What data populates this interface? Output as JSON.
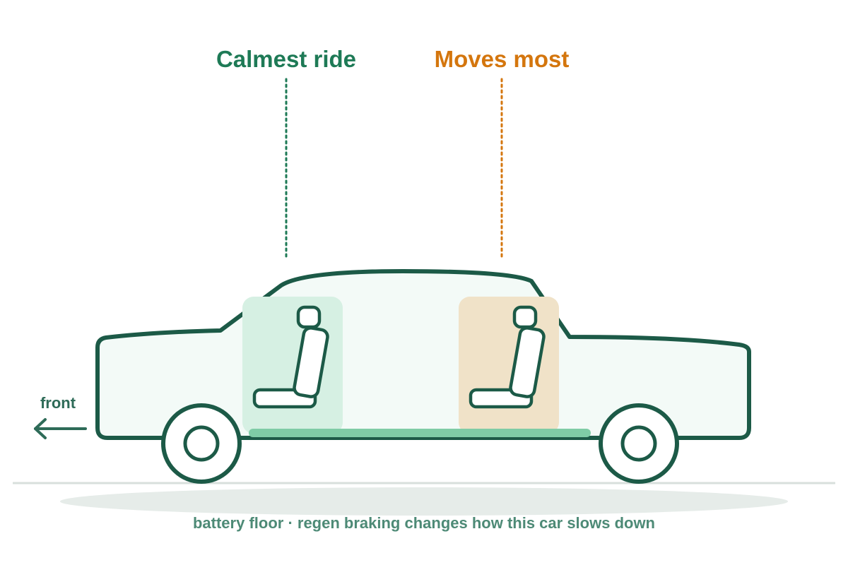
{
  "labels": {
    "calmest": "Calmest ride",
    "moves_most": "Moves most",
    "front": "front",
    "caption": "battery floor · regen braking changes how this car slows down"
  },
  "colors": {
    "outline": "#1c5a47",
    "calm": "#1e7a56",
    "moves": "#d4760e",
    "calm_zone": "#d6f0e3",
    "moves_zone": "#f0e2c8",
    "body_fill": "#f3faf7",
    "battery": "#7fcca6",
    "ground": "#d8dfdc",
    "shadow": "#e6ece9",
    "caption_text": "#4d8a76",
    "front_text": "#2e6b58"
  },
  "icons": {
    "front_seat": "car-seat-icon",
    "rear_seat": "car-seat-icon",
    "direction": "arrow-left-icon"
  }
}
